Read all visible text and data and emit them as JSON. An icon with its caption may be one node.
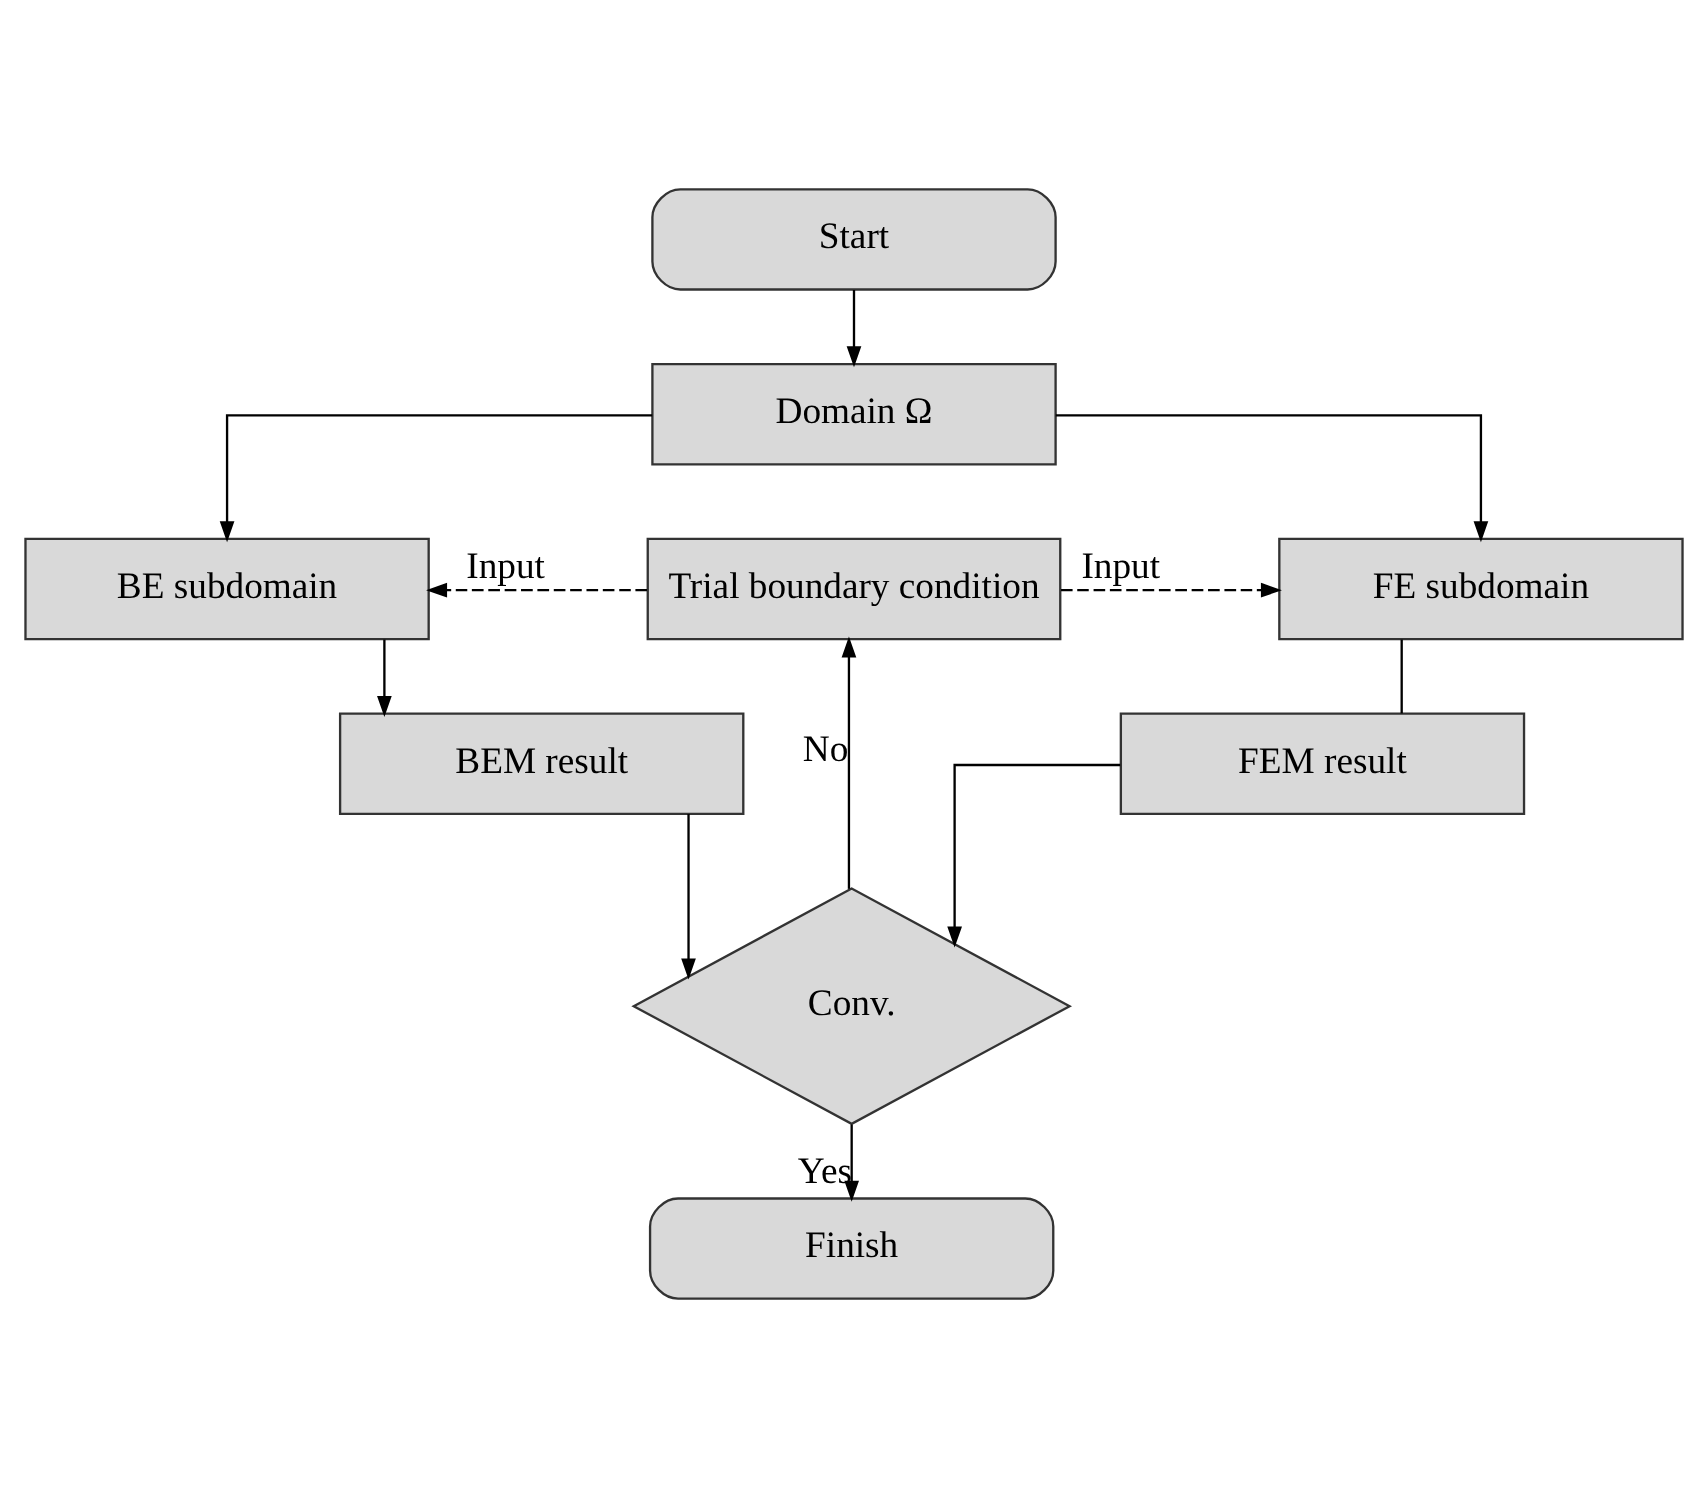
{
  "diagram": {
    "nodes": [
      {
        "text": [
          "Start"
        ]
      },
      {
        "text": [
          "Domain Ω"
        ]
      },
      {
        "text": [
          "Trial boundary condition"
        ]
      },
      {
        "text": [
          "BE subdomain"
        ]
      },
      {
        "text": [
          "FE subdomain"
        ]
      },
      {
        "text": [
          "BEM result"
        ]
      },
      {
        "text": [
          "FEM result"
        ]
      },
      {
        "text": [
          "Conv."
        ]
      },
      {
        "text": [
          "Finish"
        ]
      }
    ],
    "edges": [
      {
        "from": 0,
        "to": 1,
        "arrow": "to"
      },
      {
        "from": 1,
        "to": 3,
        "arrow": "to"
      },
      {
        "from": 1,
        "to": 4,
        "arrow": "to"
      },
      {
        "from": 2,
        "to": 3,
        "arrow": "to",
        "label": "Input",
        "style": "dashed"
      },
      {
        "from": 2,
        "to": 4,
        "arrow": "to",
        "label": "Input",
        "style": "dashed"
      },
      {
        "from": 3,
        "to": 5,
        "arrow": "to"
      },
      {
        "from": 4,
        "to": 6,
        "arrow": "none"
      },
      {
        "from": 5,
        "to": 7,
        "arrow": "to"
      },
      {
        "from": 6,
        "to": 7,
        "arrow": "to"
      },
      {
        "from": 7,
        "to": 2,
        "arrow": "to",
        "label": "No"
      },
      {
        "from": 7,
        "to": 8,
        "arrow": "to",
        "label": "Yes"
      }
    ]
  }
}
